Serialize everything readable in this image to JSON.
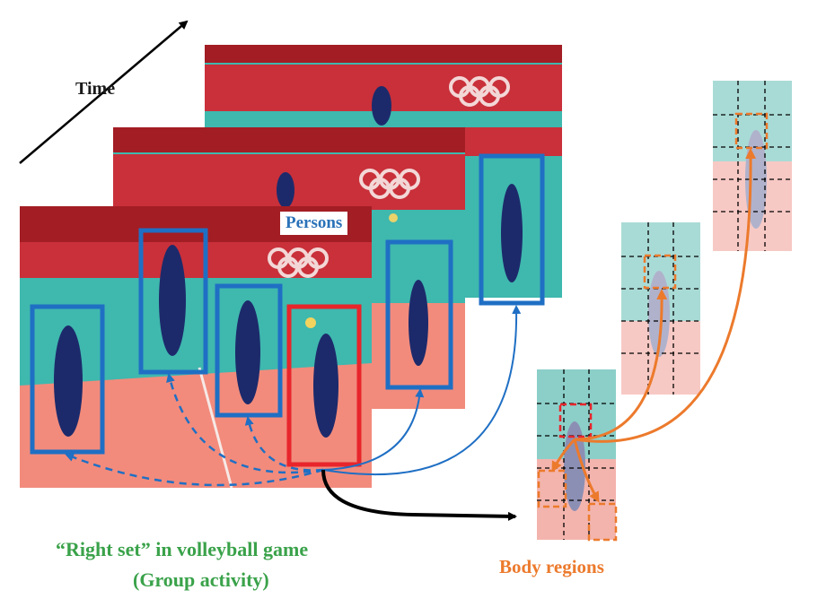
{
  "labels": {
    "time": "Time",
    "persons": "Persons",
    "caption_line1": "“Right set” in volleyball game",
    "caption_line2": "(Group activity)",
    "body_regions": "Body regions"
  },
  "colors": {
    "person_box": "#1f6fc4",
    "key_person_box": "#e8252b",
    "body_region": "#ec7a2c",
    "caption": "#3aa24a",
    "arrow_black": "#000000",
    "court_floor": "#f28b7c",
    "court_wall": "#3fb8ae",
    "banner": "#c2282d"
  }
}
